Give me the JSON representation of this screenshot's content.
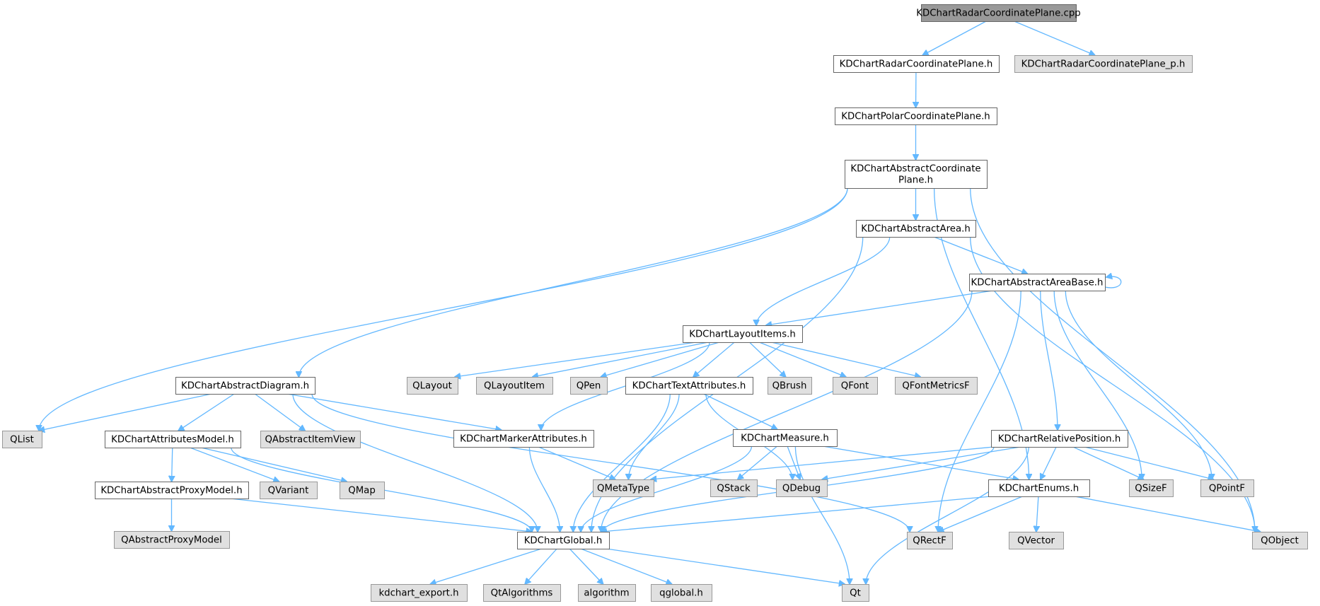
{
  "colors": {
    "edge": "#63b8ff",
    "root_fill": "#999999",
    "root_stroke": "#666666",
    "documented_fill": "#ffffff",
    "documented_stroke": "#666666",
    "external_fill": "#e0e0e0",
    "external_stroke": "#999999"
  },
  "nodes": [
    {
      "id": "radar_cpp",
      "kind": "root",
      "lines": [
        "KDChartRadarCoordinatePlane.cpp"
      ]
    },
    {
      "id": "radar_h",
      "kind": "documented",
      "lines": [
        "KDChartRadarCoordinatePlane.h"
      ]
    },
    {
      "id": "radar_p_h",
      "kind": "external",
      "lines": [
        "KDChartRadarCoordinatePlane_p.h"
      ]
    },
    {
      "id": "polar_h",
      "kind": "documented",
      "lines": [
        "KDChartPolarCoordinatePlane.h"
      ]
    },
    {
      "id": "abstract_plane_h",
      "kind": "documented",
      "lines": [
        "KDChartAbstractCoordinate",
        "Plane.h"
      ]
    },
    {
      "id": "abstract_area_h",
      "kind": "documented",
      "lines": [
        "KDChartAbstractArea.h"
      ]
    },
    {
      "id": "area_base_h",
      "kind": "documented",
      "lines": [
        "KDChartAbstractAreaBase.h"
      ]
    },
    {
      "id": "layout_items_h",
      "kind": "documented",
      "lines": [
        "KDChartLayoutItems.h"
      ]
    },
    {
      "id": "abstract_diagram_h",
      "kind": "documented",
      "lines": [
        "KDChartAbstractDiagram.h"
      ]
    },
    {
      "id": "qlayout",
      "kind": "external",
      "lines": [
        "QLayout"
      ]
    },
    {
      "id": "qlayoutitem",
      "kind": "external",
      "lines": [
        "QLayoutItem"
      ]
    },
    {
      "id": "qpen",
      "kind": "external",
      "lines": [
        "QPen"
      ]
    },
    {
      "id": "text_attr_h",
      "kind": "documented",
      "lines": [
        "KDChartTextAttributes.h"
      ]
    },
    {
      "id": "qbrush",
      "kind": "external",
      "lines": [
        "QBrush"
      ]
    },
    {
      "id": "qfont",
      "kind": "external",
      "lines": [
        "QFont"
      ]
    },
    {
      "id": "qfontmetricsf",
      "kind": "external",
      "lines": [
        "QFontMetricsF"
      ]
    },
    {
      "id": "qlist",
      "kind": "external",
      "lines": [
        "QList"
      ]
    },
    {
      "id": "attr_model_h",
      "kind": "documented",
      "lines": [
        "KDChartAttributesModel.h"
      ]
    },
    {
      "id": "qabstractitemview",
      "kind": "external",
      "lines": [
        "QAbstractItemView"
      ]
    },
    {
      "id": "marker_attr_h",
      "kind": "documented",
      "lines": [
        "KDChartMarkerAttributes.h"
      ]
    },
    {
      "id": "measure_h",
      "kind": "documented",
      "lines": [
        "KDChartMeasure.h"
      ]
    },
    {
      "id": "rel_pos_h",
      "kind": "documented",
      "lines": [
        "KDChartRelativePosition.h"
      ]
    },
    {
      "id": "abstract_proxy_h",
      "kind": "documented",
      "lines": [
        "KDChartAbstractProxyModel.h"
      ]
    },
    {
      "id": "qvariant",
      "kind": "external",
      "lines": [
        "QVariant"
      ]
    },
    {
      "id": "qmap",
      "kind": "external",
      "lines": [
        "QMap"
      ]
    },
    {
      "id": "qmetatype",
      "kind": "external",
      "lines": [
        "QMetaType"
      ]
    },
    {
      "id": "qstack",
      "kind": "external",
      "lines": [
        "QStack"
      ]
    },
    {
      "id": "qdebug",
      "kind": "external",
      "lines": [
        "QDebug"
      ]
    },
    {
      "id": "enums_h",
      "kind": "documented",
      "lines": [
        "KDChartEnums.h"
      ]
    },
    {
      "id": "qsizef",
      "kind": "external",
      "lines": [
        "QSizeF"
      ]
    },
    {
      "id": "qpointf",
      "kind": "external",
      "lines": [
        "QPointF"
      ]
    },
    {
      "id": "qabstractproxymodel",
      "kind": "external",
      "lines": [
        "QAbstractProxyModel"
      ]
    },
    {
      "id": "global_h",
      "kind": "documented",
      "lines": [
        "KDChartGlobal.h"
      ]
    },
    {
      "id": "qrectf",
      "kind": "external",
      "lines": [
        "QRectF"
      ]
    },
    {
      "id": "qvector",
      "kind": "external",
      "lines": [
        "QVector"
      ]
    },
    {
      "id": "qobject",
      "kind": "external",
      "lines": [
        "QObject"
      ]
    },
    {
      "id": "kdchart_export_h",
      "kind": "external",
      "lines": [
        "kdchart_export.h"
      ]
    },
    {
      "id": "qtalgorithms",
      "kind": "external",
      "lines": [
        "QtAlgorithms"
      ]
    },
    {
      "id": "algorithm",
      "kind": "external",
      "lines": [
        "algorithm"
      ]
    },
    {
      "id": "qglobal_h",
      "kind": "external",
      "lines": [
        "qglobal.h"
      ]
    },
    {
      "id": "qt",
      "kind": "external",
      "lines": [
        "Qt"
      ]
    }
  ],
  "edges": [
    [
      "radar_cpp",
      "radar_h"
    ],
    [
      "radar_cpp",
      "radar_p_h"
    ],
    [
      "radar_h",
      "polar_h"
    ],
    [
      "polar_h",
      "abstract_plane_h"
    ],
    [
      "abstract_plane_h",
      "abstract_area_h"
    ],
    [
      "abstract_plane_h",
      "abstract_diagram_h"
    ],
    [
      "abstract_plane_h",
      "qlist"
    ],
    [
      "abstract_plane_h",
      "enums_h"
    ],
    [
      "abstract_plane_h",
      "qobject"
    ],
    [
      "abstract_area_h",
      "area_base_h"
    ],
    [
      "abstract_area_h",
      "layout_items_h"
    ],
    [
      "abstract_area_h",
      "global_h"
    ],
    [
      "abstract_area_h",
      "qobject"
    ],
    [
      "area_base_h",
      "area_base_h"
    ],
    [
      "area_base_h",
      "layout_items_h"
    ],
    [
      "area_base_h",
      "global_h"
    ],
    [
      "area_base_h",
      "rel_pos_h"
    ],
    [
      "area_base_h",
      "qrectf"
    ],
    [
      "area_base_h",
      "qsizef"
    ],
    [
      "area_base_h",
      "qpointf"
    ],
    [
      "layout_items_h",
      "qlayout"
    ],
    [
      "layout_items_h",
      "qlayoutitem"
    ],
    [
      "layout_items_h",
      "qpen"
    ],
    [
      "layout_items_h",
      "text_attr_h"
    ],
    [
      "layout_items_h",
      "qbrush"
    ],
    [
      "layout_items_h",
      "qfont"
    ],
    [
      "layout_items_h",
      "qfontmetricsf"
    ],
    [
      "layout_items_h",
      "marker_attr_h"
    ],
    [
      "abstract_diagram_h",
      "qlist"
    ],
    [
      "abstract_diagram_h",
      "attr_model_h"
    ],
    [
      "abstract_diagram_h",
      "qabstractitemview"
    ],
    [
      "abstract_diagram_h",
      "marker_attr_h"
    ],
    [
      "abstract_diagram_h",
      "global_h"
    ],
    [
      "abstract_diagram_h",
      "qrectf"
    ],
    [
      "text_attr_h",
      "measure_h"
    ],
    [
      "text_attr_h",
      "qmetatype"
    ],
    [
      "text_attr_h",
      "global_h"
    ],
    [
      "text_attr_h",
      "qdebug"
    ],
    [
      "attr_model_h",
      "abstract_proxy_h"
    ],
    [
      "attr_model_h",
      "qvariant"
    ],
    [
      "attr_model_h",
      "qmap"
    ],
    [
      "attr_model_h",
      "global_h"
    ],
    [
      "marker_attr_h",
      "qmetatype"
    ],
    [
      "marker_attr_h",
      "global_h"
    ],
    [
      "measure_h",
      "qstack"
    ],
    [
      "measure_h",
      "qdebug"
    ],
    [
      "measure_h",
      "enums_h"
    ],
    [
      "measure_h",
      "global_h"
    ],
    [
      "measure_h",
      "qt"
    ],
    [
      "rel_pos_h",
      "qmetatype"
    ],
    [
      "rel_pos_h",
      "qdebug"
    ],
    [
      "rel_pos_h",
      "enums_h"
    ],
    [
      "rel_pos_h",
      "global_h"
    ],
    [
      "rel_pos_h",
      "qsizef"
    ],
    [
      "rel_pos_h",
      "qpointf"
    ],
    [
      "rel_pos_h",
      "qt"
    ],
    [
      "abstract_proxy_h",
      "qabstractproxymodel"
    ],
    [
      "abstract_proxy_h",
      "global_h"
    ],
    [
      "enums_h",
      "global_h"
    ],
    [
      "enums_h",
      "qrectf"
    ],
    [
      "enums_h",
      "qvector"
    ],
    [
      "enums_h",
      "qobject"
    ],
    [
      "global_h",
      "kdchart_export_h"
    ],
    [
      "global_h",
      "qtalgorithms"
    ],
    [
      "global_h",
      "algorithm"
    ],
    [
      "global_h",
      "qglobal_h"
    ],
    [
      "global_h",
      "qt"
    ]
  ]
}
